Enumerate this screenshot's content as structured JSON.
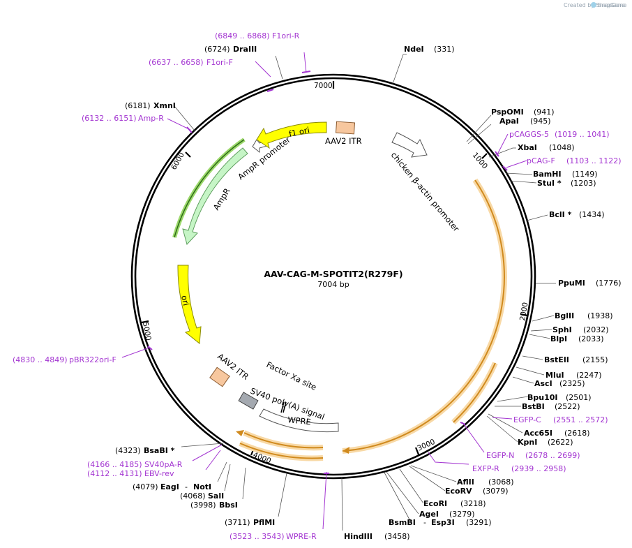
{
  "credit": "Created by SnapGene",
  "plasmid": {
    "name": "AAV-CAG-M-SPOTIT2(R279F)",
    "length_label": "7004 bp",
    "length": 7004
  },
  "ticks": [
    "1000",
    "2000",
    "3000",
    "4000",
    "5000",
    "6000",
    "7000"
  ],
  "colors": {
    "primer": "#a335d1",
    "orange_feature": "#e79a2a",
    "yellow_feature": "#ffff00",
    "green_feature": "#c6f5c6",
    "itr": "#f7c79e",
    "polyA": "#a4a9b0"
  },
  "enzymes": [
    {
      "name": "NdeI",
      "pos": "(331)"
    },
    {
      "name": "PspOMI",
      "pos": "(941)"
    },
    {
      "name": "ApaI",
      "pos": "(945)"
    },
    {
      "name": "XbaI",
      "pos": "(1048)"
    },
    {
      "name": "BamHI",
      "pos": "(1149)"
    },
    {
      "name": "StuI *",
      "pos": "(1203)"
    },
    {
      "name": "BclI *",
      "pos": "(1434)"
    },
    {
      "name": "PpuMI",
      "pos": "(1776)"
    },
    {
      "name": "BglII",
      "pos": "(1938)"
    },
    {
      "name": "SphI",
      "pos": "(2032)"
    },
    {
      "name": "BlpI",
      "pos": "(2033)"
    },
    {
      "name": "BstEII",
      "pos": "(2155)"
    },
    {
      "name": "MluI",
      "pos": "(2247)"
    },
    {
      "name": "AscI",
      "pos": "(2325)"
    },
    {
      "name": "Bpu10I",
      "pos": "(2501)"
    },
    {
      "name": "BstBI",
      "pos": "(2522)"
    },
    {
      "name": "Acc65I",
      "pos": "(2618)"
    },
    {
      "name": "KpnI",
      "pos": "(2622)"
    },
    {
      "name": "AflII",
      "pos": "(3068)"
    },
    {
      "name": "EcoRV",
      "pos": "(3079)"
    },
    {
      "name": "EcoRI",
      "pos": "(3218)"
    },
    {
      "name": "AgeI",
      "pos": "(3279)"
    },
    {
      "name": "BsmBI",
      "pos": "(3291)"
    },
    {
      "name": "Esp3I",
      "pos": ""
    },
    {
      "name": "HindIII",
      "pos": "(3458)"
    },
    {
      "name": "PflMI",
      "pos": "(3711)"
    },
    {
      "name": "BbsI",
      "pos": "(3998)"
    },
    {
      "name": "SalI",
      "pos": "(4068)"
    },
    {
      "name": "EagI",
      "pos": "(4079)"
    },
    {
      "name": "NotI",
      "pos": ""
    },
    {
      "name": "BsaBI *",
      "pos": "(4323)"
    },
    {
      "name": "XmnI",
      "pos": "(6181)"
    },
    {
      "name": "DraIII",
      "pos": "(6724)"
    }
  ],
  "primers": [
    {
      "label": "pCAGGS-5",
      "range": "(1019 .. 1041)"
    },
    {
      "label": "pCAG-F",
      "range": "(1103 .. 1122)"
    },
    {
      "label": "EGFP-C",
      "range": "(2551 .. 2572)"
    },
    {
      "label": "EGFP-N",
      "range": "(2678 .. 2699)"
    },
    {
      "label": "EXFP-R",
      "range": "(2939 .. 2958)"
    },
    {
      "label": "WPRE-R",
      "range": "(3523 .. 3543)"
    },
    {
      "label": "SV40pA-R",
      "range": "(4166 .. 4185)"
    },
    {
      "label": "EBV-rev",
      "range": "(4112 .. 4131)"
    },
    {
      "label": "pBR322ori-F",
      "range": "(4830 .. 4849)"
    },
    {
      "label": "Amp-R",
      "range": "(6132 .. 6151)"
    },
    {
      "label": "F1ori-F",
      "range": "(6637 .. 6658)"
    },
    {
      "label": "F1ori-R",
      "range": "(6849 .. 6868)"
    }
  ],
  "features": {
    "f1_ori": "f1 ori",
    "aav2_itr_top": "AAV2 ITR",
    "ampr_promoter": "AmpR promoter",
    "ampr": "AmpR",
    "cba_promoter": "chicken β-actin promoter",
    "ori": "ori",
    "aav2_itr_bottom": "AAV2 ITR",
    "factor_xa": "Factor Xa site",
    "sv40": "SV40 poly(A) signal",
    "wpre": "WPRE"
  }
}
